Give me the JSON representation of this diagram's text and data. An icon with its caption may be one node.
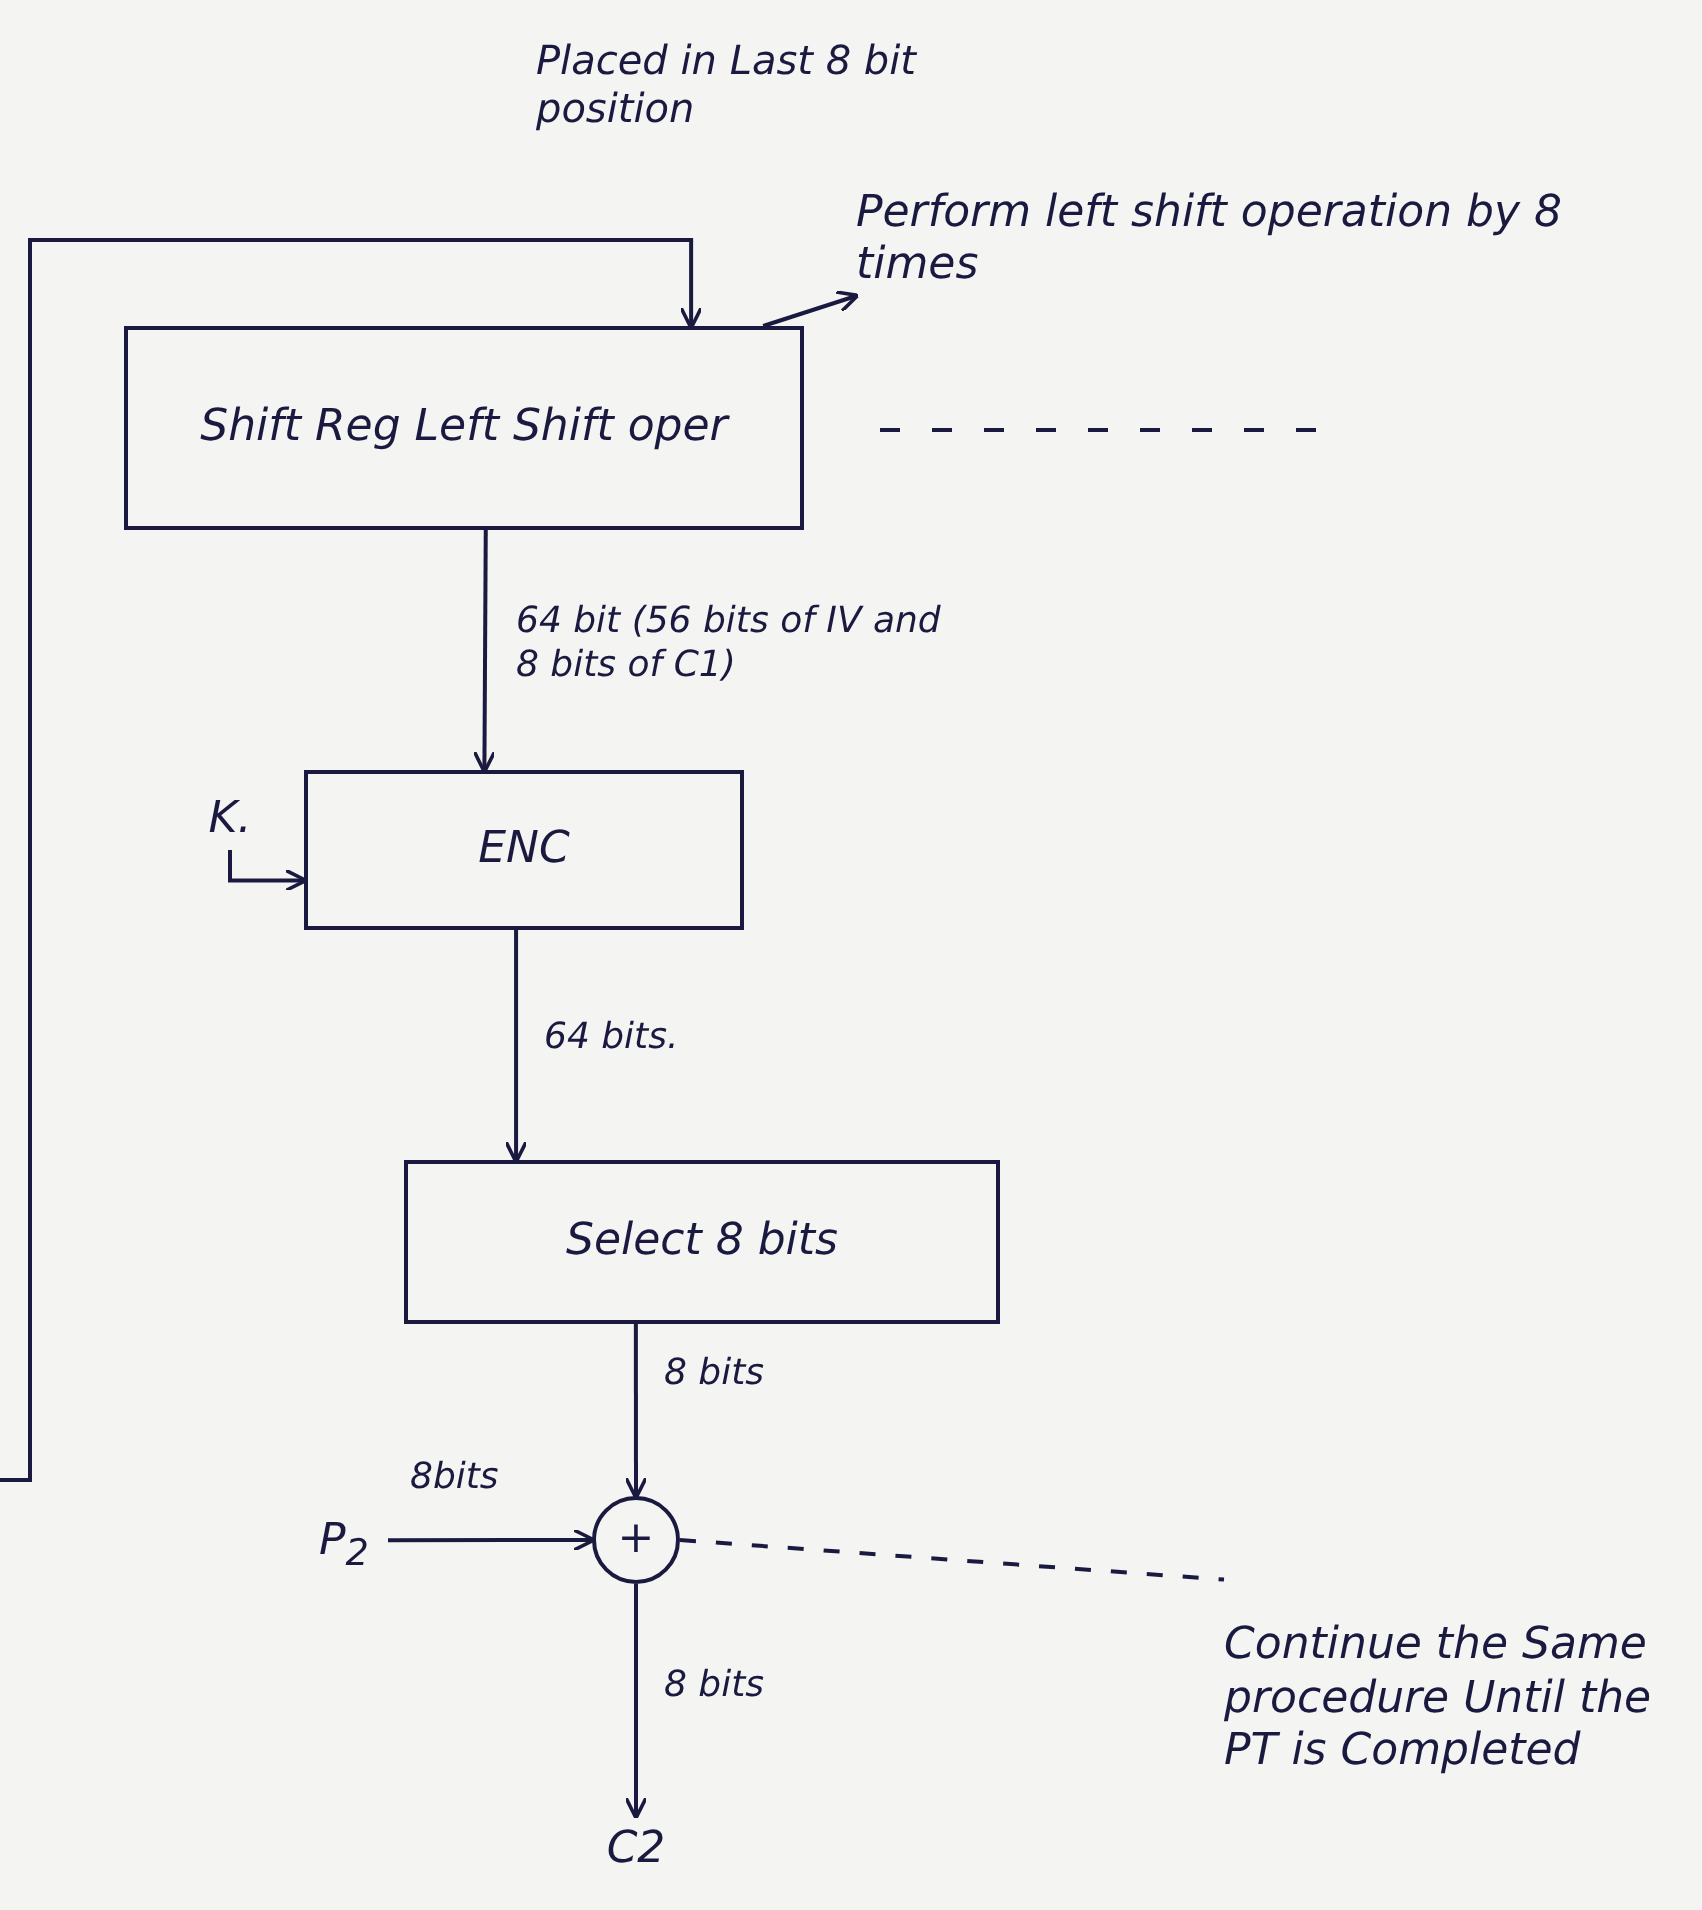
{
  "diagram": {
    "nodes": [
      {
        "text": [
          "Shift Reg Left Shift oper"
        ]
      },
      {
        "text": [
          "ENC"
        ]
      },
      {
        "text": [
          "Select 8 bits"
        ]
      },
      {
        "text": [
          "+"
        ]
      },
      {
        "text": [
          "K."
        ]
      },
      {
        "text": [
          "P$_{2}$"
        ]
      },
      {
        "text": [
          "C2"
        ]
      },
      {
        "text": [
          "Perform left shift operation by 8 times"
        ]
      },
      {
        "text": [
          "Continue the Same procedure Until the PT is Completed"
        ]
      }
    ],
    "edges": [
      {
        "from": 0,
        "to": 1,
        "arrow": "to",
        "label": "64 bit (56 bits of IV and 8 bits of C1)"
      },
      {
        "from": 1,
        "to": 2,
        "arrow": "to",
        "label": "64 bits."
      },
      {
        "from": 2,
        "to": 3,
        "arrow": "to",
        "label": "8 bits"
      },
      {
        "from": 5,
        "to": 3,
        "arrow": "to",
        "label": "8bits"
      },
      {
        "from": 3,
        "to": 6,
        "arrow": "to",
        "label": "8 bits"
      },
      {
        "from": 4,
        "to": 1,
        "arrow": "to"
      },
      {
        "from": null,
        "to": 0,
        "arrow": "to"
      },
      {
        "from": 0,
        "to": 7,
        "arrow": "to"
      },
      {
        "from": 3,
        "to": 8,
        "arrow": "none",
        "style": "dashed"
      }
    ],
    "labels": [
      "Placed in Last 8 bit position"
    ]
  }
}
